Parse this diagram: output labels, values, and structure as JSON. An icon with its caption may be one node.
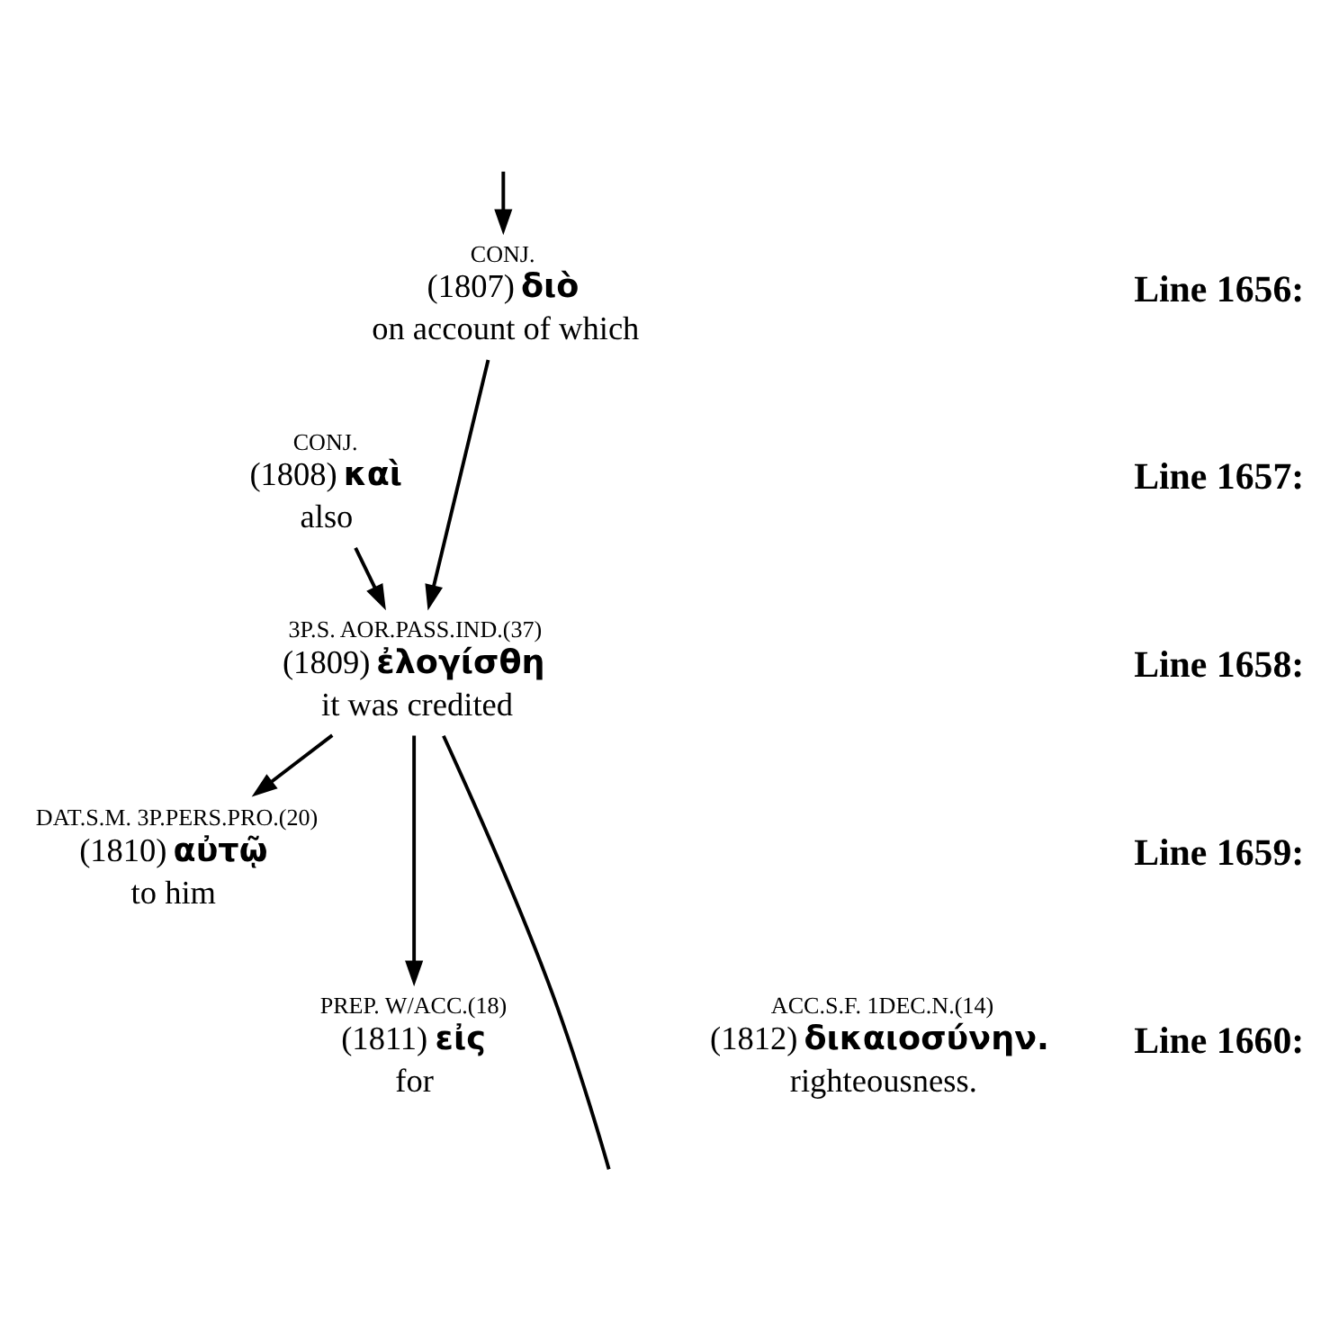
{
  "diagram": {
    "nodes": [
      {
        "text": [
          "CONJ.",
          "(1807) διὸ",
          "on account of which"
        ]
      },
      {
        "text": [
          "CONJ.",
          "(1808) καὶ",
          "also"
        ]
      },
      {
        "text": [
          "3P.S. AOR.PASS.IND.(37)",
          "(1809) ἐλογίσθη",
          "it was credited"
        ]
      },
      {
        "text": [
          "DAT.S.M. 3P.PERS.PRO.(20)",
          "(1810) αὐτῷ",
          "to him"
        ]
      },
      {
        "text": [
          "PREP. W/ACC.(18)",
          "(1811) εἰς",
          "for"
        ]
      },
      {
        "text": [
          "ACC.S.F. 1DEC.N.(14)",
          "(1812) δικαιοσύνην.",
          "righteousness."
        ]
      }
    ],
    "edges": [
      {
        "from": null,
        "to": 0,
        "arrow": "to"
      },
      {
        "from": 0,
        "to": 2,
        "arrow": "to"
      },
      {
        "from": 1,
        "to": 2,
        "arrow": "to"
      },
      {
        "from": 2,
        "to": 3,
        "arrow": "to"
      },
      {
        "from": 2,
        "to": 4,
        "arrow": "to"
      },
      {
        "from": 2,
        "to": null,
        "arrow": "none"
      }
    ],
    "labels": [
      "Line 1656:",
      "Line 1657:",
      "Line 1658:",
      "Line 1659:",
      "Line 1660:"
    ]
  }
}
